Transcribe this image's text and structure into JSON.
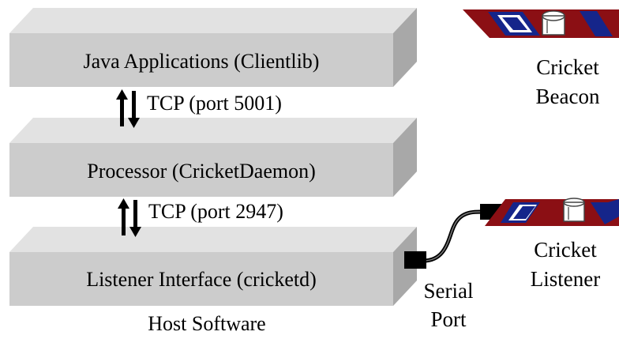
{
  "layers": [
    {
      "id": "java",
      "label": "Java Applications (Clientlib)"
    },
    {
      "id": "processor",
      "label": "Processor (CricketDaemon)"
    },
    {
      "id": "listener",
      "label": "Listener Interface (cricketd)"
    }
  ],
  "connections": [
    {
      "id": "tcp-5001",
      "label": "TCP (port 5001)"
    },
    {
      "id": "tcp-2947",
      "label": "TCP (port 2947)"
    }
  ],
  "footer": {
    "label": "Host Software"
  },
  "serial_port": {
    "line1": "Serial",
    "line2": "Port"
  },
  "beacon": {
    "line1": "Cricket",
    "line2": "Beacon"
  },
  "listener_device": {
    "line1": "Cricket",
    "line2": "Listener"
  },
  "colors": {
    "box_front": "#cccccc",
    "box_top": "#e2e2e2",
    "box_side": "#a8a8a8",
    "device_red": "#8b0f14",
    "device_blue": "#15258a"
  }
}
